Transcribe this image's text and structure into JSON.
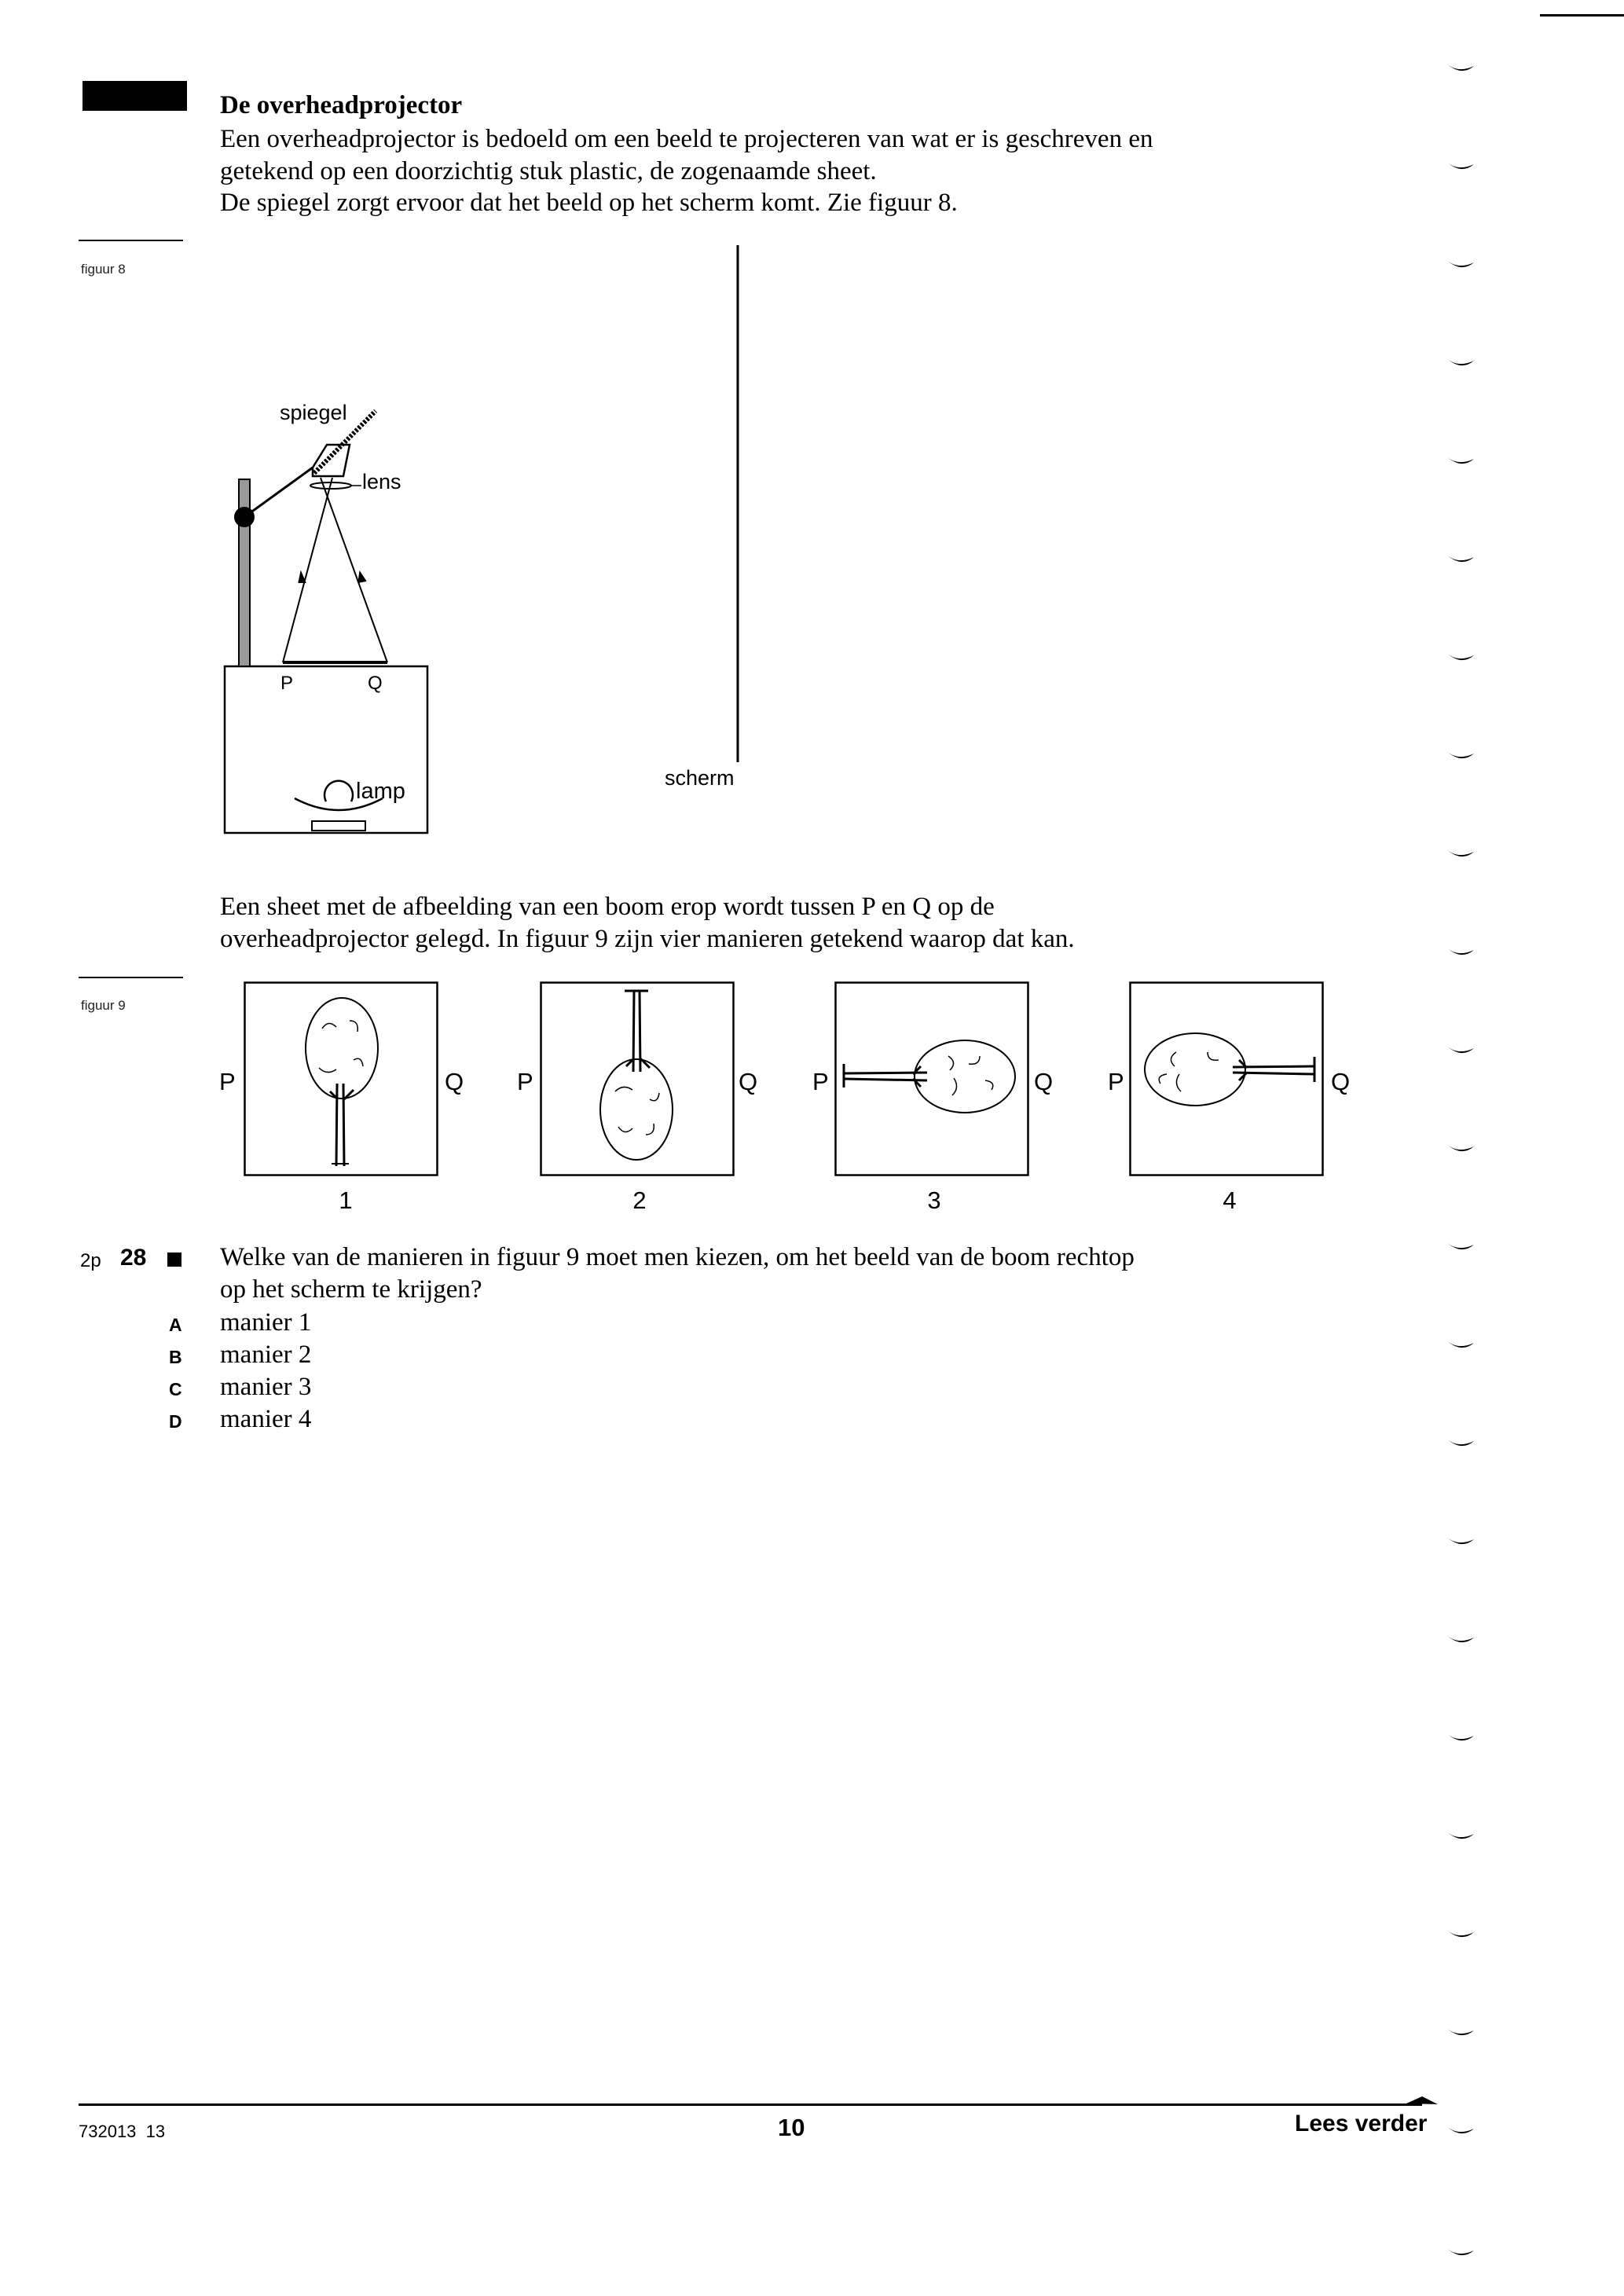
{
  "section": {
    "title": "De overheadprojector",
    "lines": [
      "Een overheadprojector is bedoeld om een beeld te projecteren van wat er is geschreven en",
      "getekend op een doorzichtig stuk plastic, de zogenaamde sheet.",
      "De spiegel zorgt ervoor dat het beeld op het scherm komt. Zie figuur 8."
    ]
  },
  "figure8": {
    "caption": "figuur 8",
    "labels": {
      "mirror": "spiegel",
      "lens": "lens",
      "p": "P",
      "q": "Q",
      "lamp": "lamp",
      "screen": "scherm"
    }
  },
  "middle_text": [
    "Een sheet met de afbeelding van een boom erop wordt tussen P en Q op de",
    "overheadprojector gelegd. In figuur 9 zijn vier manieren getekend waarop dat kan."
  ],
  "figure9": {
    "caption": "figuur 9",
    "panels": [
      {
        "number": "1",
        "p": "P",
        "q": "Q"
      },
      {
        "number": "2",
        "p": "P",
        "q": "Q"
      },
      {
        "number": "3",
        "p": "P",
        "q": "Q"
      },
      {
        "number": "4",
        "p": "P",
        "q": "Q"
      }
    ]
  },
  "question": {
    "points": "2p",
    "number": "28",
    "lines": [
      "Welke van de manieren in figuur 9 moet men kiezen, om het beeld van de boom rechtop",
      "op het scherm te krijgen?"
    ],
    "options": [
      {
        "letter": "A",
        "text": "manier 1"
      },
      {
        "letter": "B",
        "text": "manier 2"
      },
      {
        "letter": "C",
        "text": "manier 3"
      },
      {
        "letter": "D",
        "text": "manier 4"
      }
    ]
  },
  "footer": {
    "code": "732013  13",
    "page": "10",
    "continue": "Lees verder"
  }
}
